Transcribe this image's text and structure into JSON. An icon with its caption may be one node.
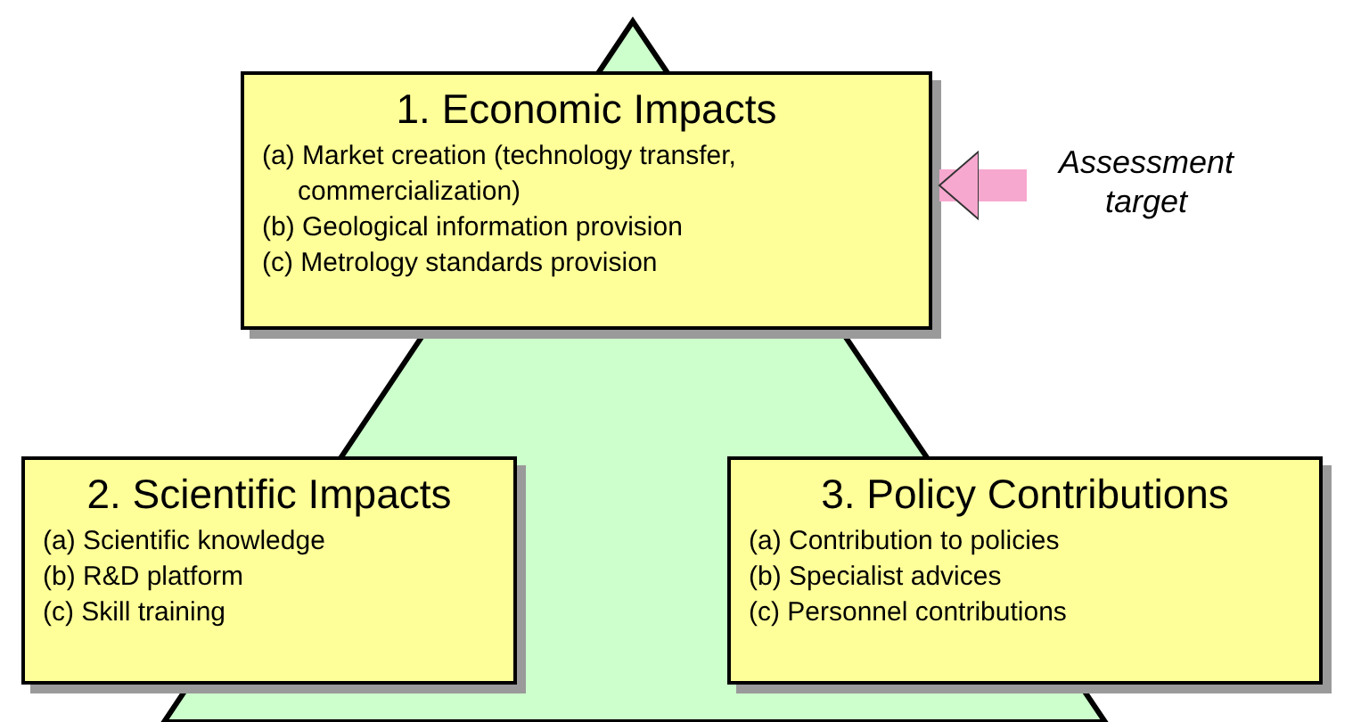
{
  "diagram": {
    "nodes": [
      {
        "text": [
          "1. Economic Impacts",
          "(a) Market creation (technology transfer, commercialization)",
          "(b) Geological information provision",
          "(c) Metrology standards provision"
        ]
      },
      {
        "text": [
          "2. Scientific Impacts",
          "(a) Scientific knowledge",
          "(b) R&D platform",
          "(c) Skill training"
        ]
      },
      {
        "text": [
          "3. Policy Contributions",
          "(a) Contribution to policies",
          "(b) Specialist advices",
          "(c) Personnel contributions"
        ]
      },
      {
        "text": [
          "Assessment target"
        ]
      }
    ],
    "edges": [
      {
        "from": 3,
        "to": 0,
        "arrow": "to"
      }
    ]
  }
}
